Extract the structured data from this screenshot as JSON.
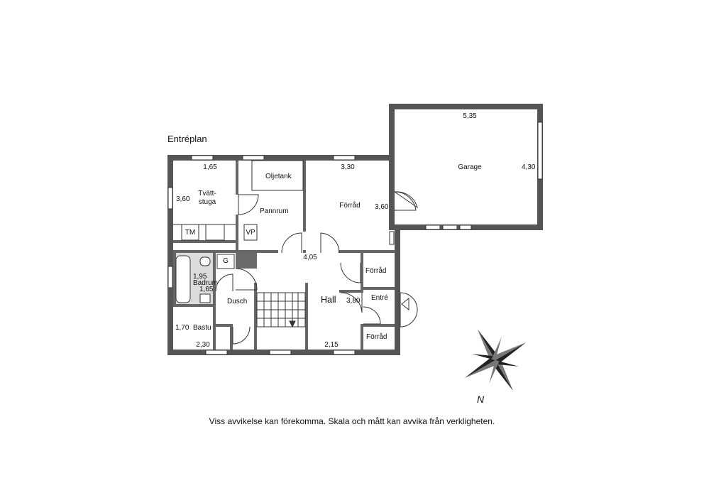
{
  "title": "Entréplan",
  "rooms": {
    "tvattstuga": "Tvätt-\nstuga",
    "oljetank": "Oljetank",
    "pannrum": "Pannrum",
    "forrad_main": "Förråd",
    "garage": "Garage",
    "tm": "TM",
    "vp": "VP",
    "g": "G",
    "badrum": "Badrum",
    "dusch": "Dusch",
    "bastu": "Bastu",
    "hall": "Hall",
    "forrad_small_top": "Förråd",
    "entre": "Entré",
    "forrad_small_bottom": "Förråd"
  },
  "dimensions": {
    "tvatt_width": "1,65",
    "tvatt_height": "3,60",
    "forrad_width": "3,30",
    "forrad_height": "3,60",
    "garage_width": "5,35",
    "garage_height": "4,30",
    "hall_width": "4,05",
    "hall_height": "3,80",
    "hall_bottom": "2,15",
    "bad_height": "1,95",
    "bad_width": "1,65",
    "bastu_height": "1,70",
    "bastu_width": "2,30"
  },
  "compass": {
    "north_label": "N"
  },
  "footer": "Viss avvikelse kan förekomma. Skala och mått kan avvika från verkligheten."
}
